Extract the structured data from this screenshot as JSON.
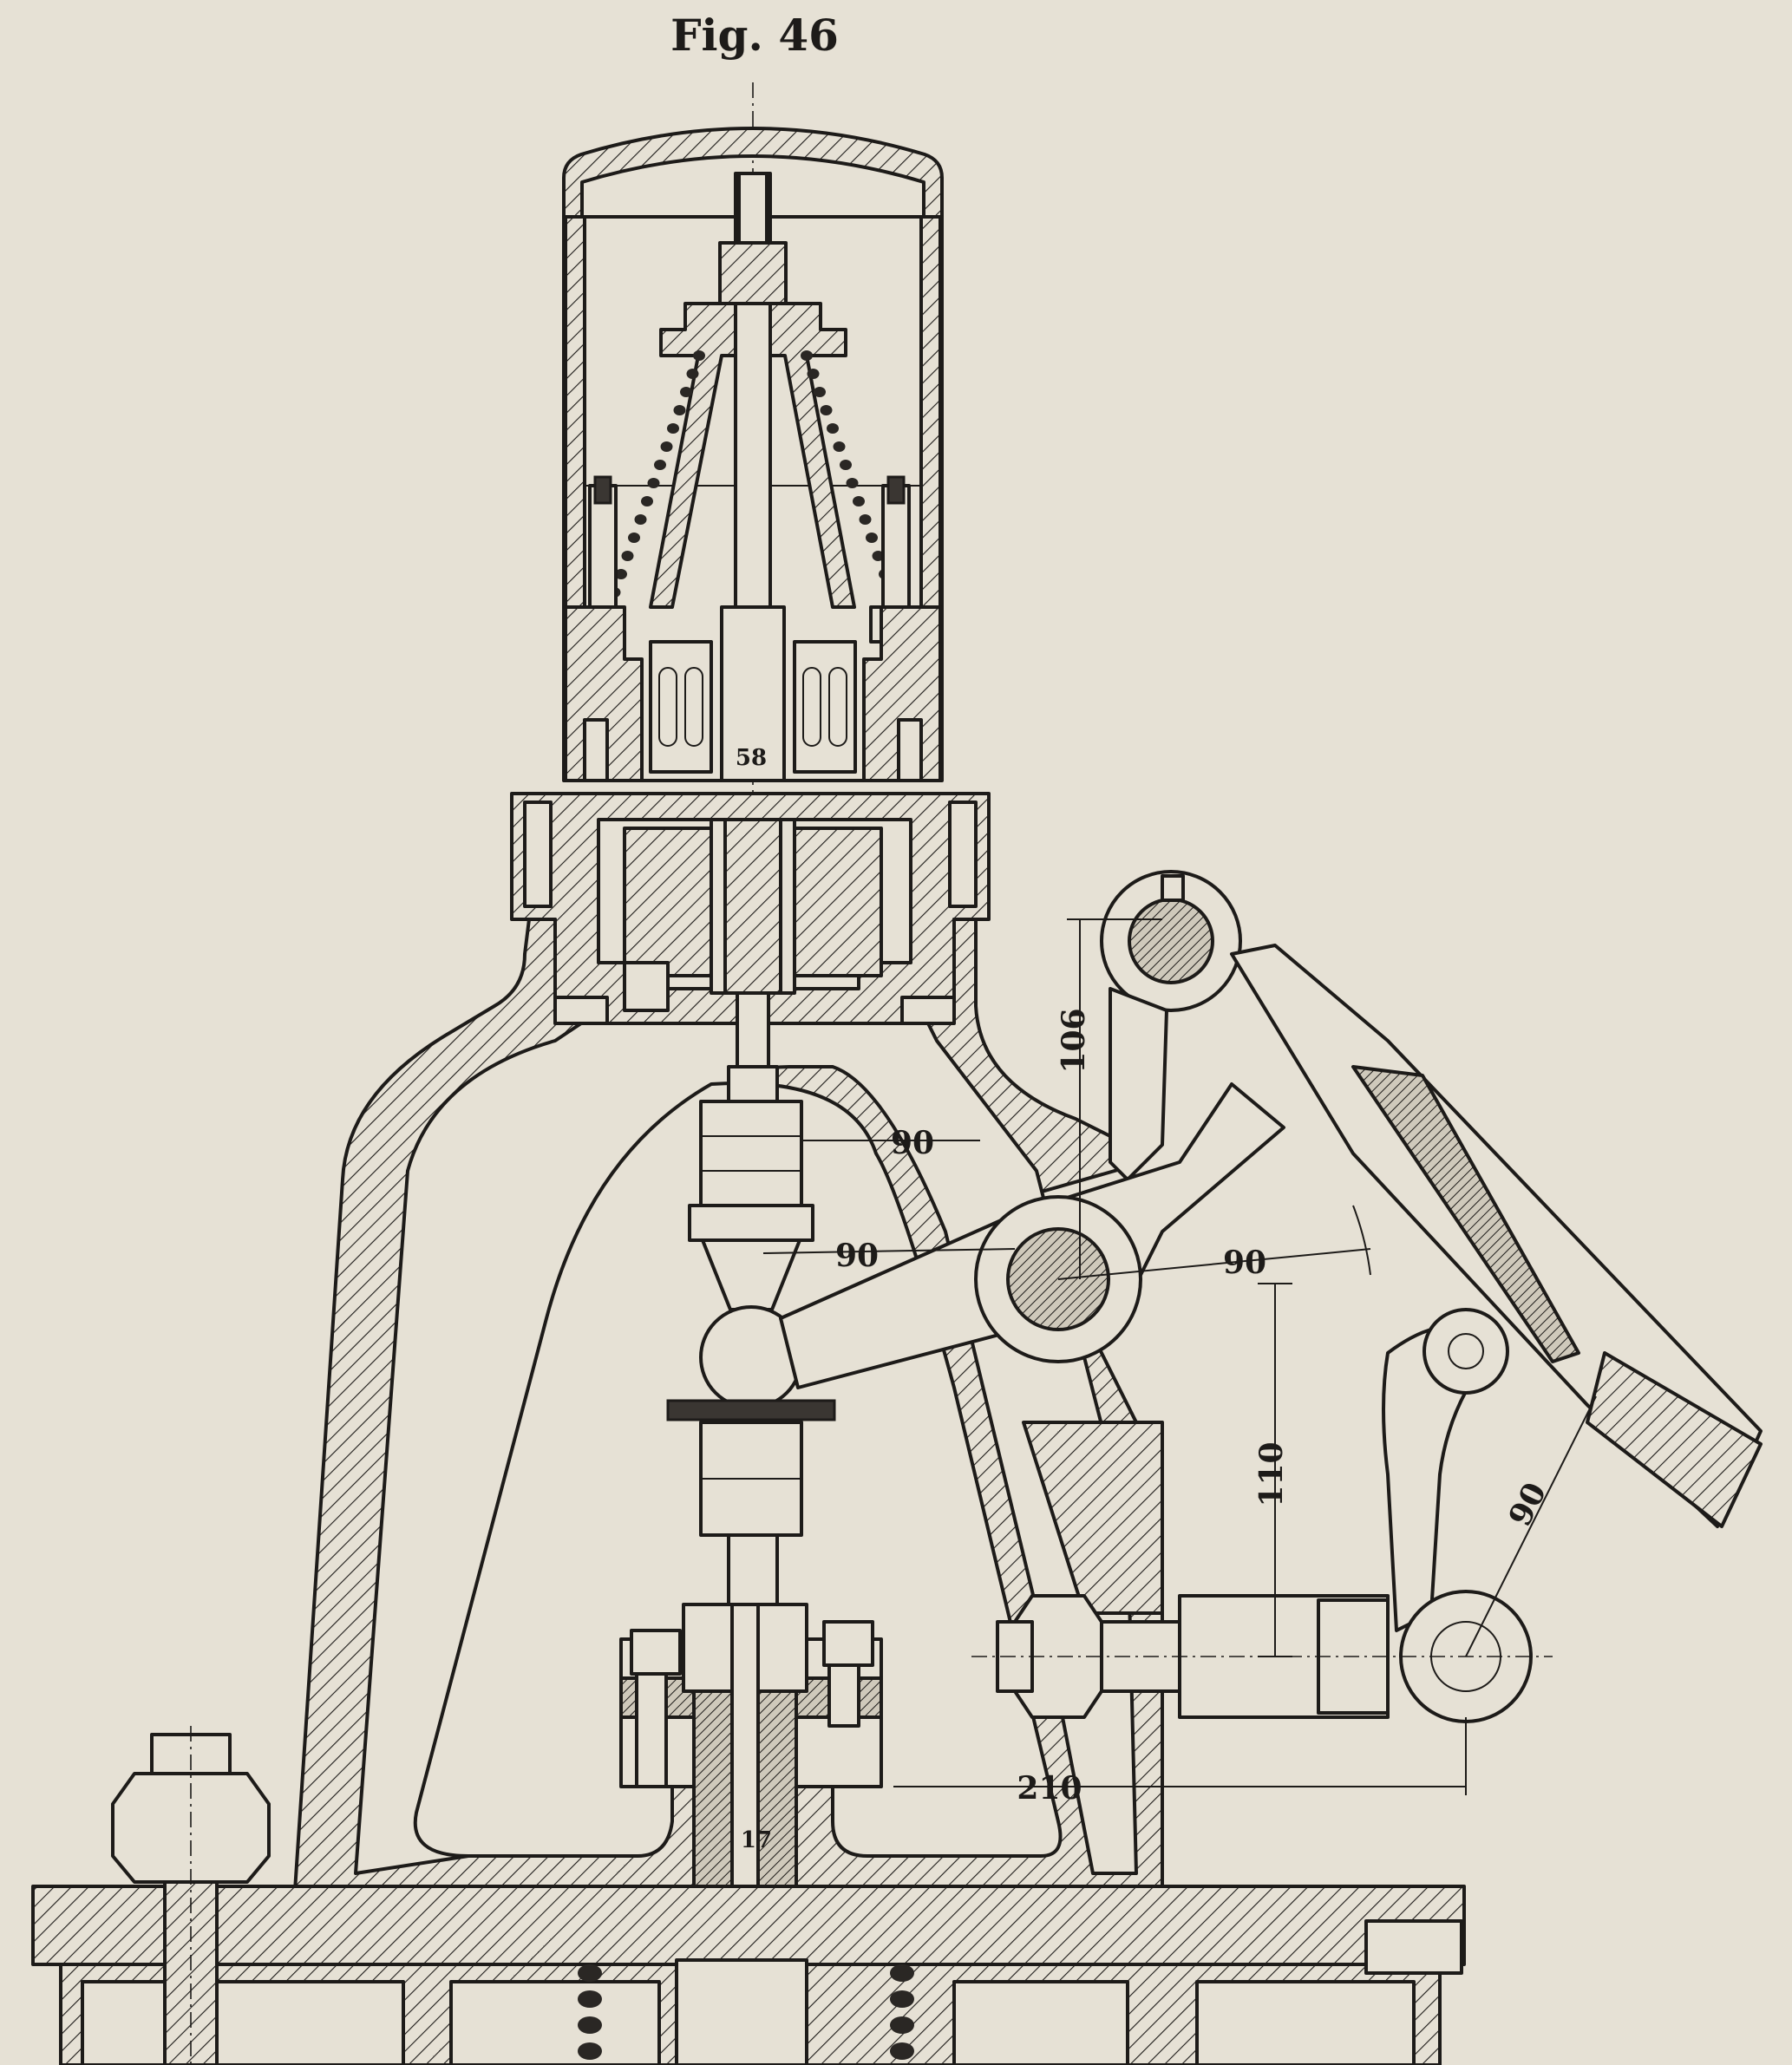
{
  "figure": {
    "caption": "Fig. 46"
  },
  "dimensions": {
    "piston_dia": "58",
    "stem_nut": "90",
    "lever_arm_left": "90",
    "lever_arm_right": "90",
    "vertical_offset": "110",
    "bell_crank_arm": "106",
    "link_arm": "90",
    "horizontal_offset": "210",
    "rod_dia": "17"
  },
  "colors": {
    "paper": "#e6e1d5",
    "ink": "#1d1b19"
  }
}
